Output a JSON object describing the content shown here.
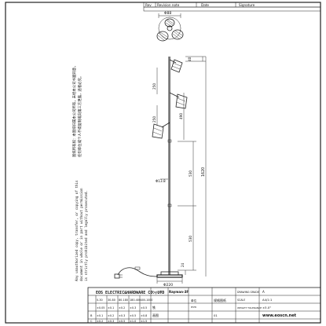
{
  "revision_header": [
    "Rev",
    "Revision note",
    "Date",
    "Signature"
  ],
  "top_view": {
    "diameter": "Φ88"
  },
  "side_view": {
    "dims": {
      "top_offset": "40",
      "arm_upper": "250",
      "arm_middle": "250",
      "arm_right": "490",
      "tube": "Φ13.8",
      "segment_upper": "530",
      "segment_lower": "530",
      "overall_height": "1620",
      "base_thickness": "24",
      "base_diameter": "Φ220"
    }
  },
  "notes": {
    "chinese_1": "图纸所有权：本图纸归属本公司所有，未经本公司书面同意，",
    "chinese_2": "任何单位或个人不得复制或向第三方泄露，违者必究。",
    "english_1": "Any unauthorized copy, transfer, or copying of this",
    "english_2": "document in whole or in part without permission",
    "english_3": "is strictly prohibited and legally prosecuted."
  },
  "title_block": {
    "company": "EOS ELECTRIC&HARDWARE CO.,LTD",
    "tolerance_header": [
      "0-30",
      "30-80",
      "80-180",
      "180-400",
      "400-1000"
    ],
    "tolerance_rows": [
      {
        "grade": "",
        "values": [
          "±0.05",
          "±0.1",
          "±0.2",
          "±0.3",
          "±0.5"
        ]
      },
      {
        "grade": "B",
        "values": [
          "±0.1",
          "±0.2",
          "±0.3",
          "±0.5",
          "±0.8"
        ]
      },
      {
        "grade": "C",
        "values": [
          "±0.2",
          "±0.3",
          "±0.5",
          "±1.0",
          "±1.5"
        ]
      }
    ],
    "part_label": "Part No.",
    "part_name": "Rayman-3F",
    "drawing_label": "DRAWING GRADE",
    "drawing_grade": "A",
    "material_cn": "铁",
    "drawn_label": "画图",
    "drawn_cn": "规格图纸",
    "scale_label": "SCALE",
    "scale_value": "A4/1:1",
    "weight_label": "WEIGHT TOLERANCE",
    "weight_value": "±5.0°",
    "unit_label": "单位",
    "unit_value": "mm",
    "sheet_value": "01",
    "website": "www.eoscn.net"
  }
}
